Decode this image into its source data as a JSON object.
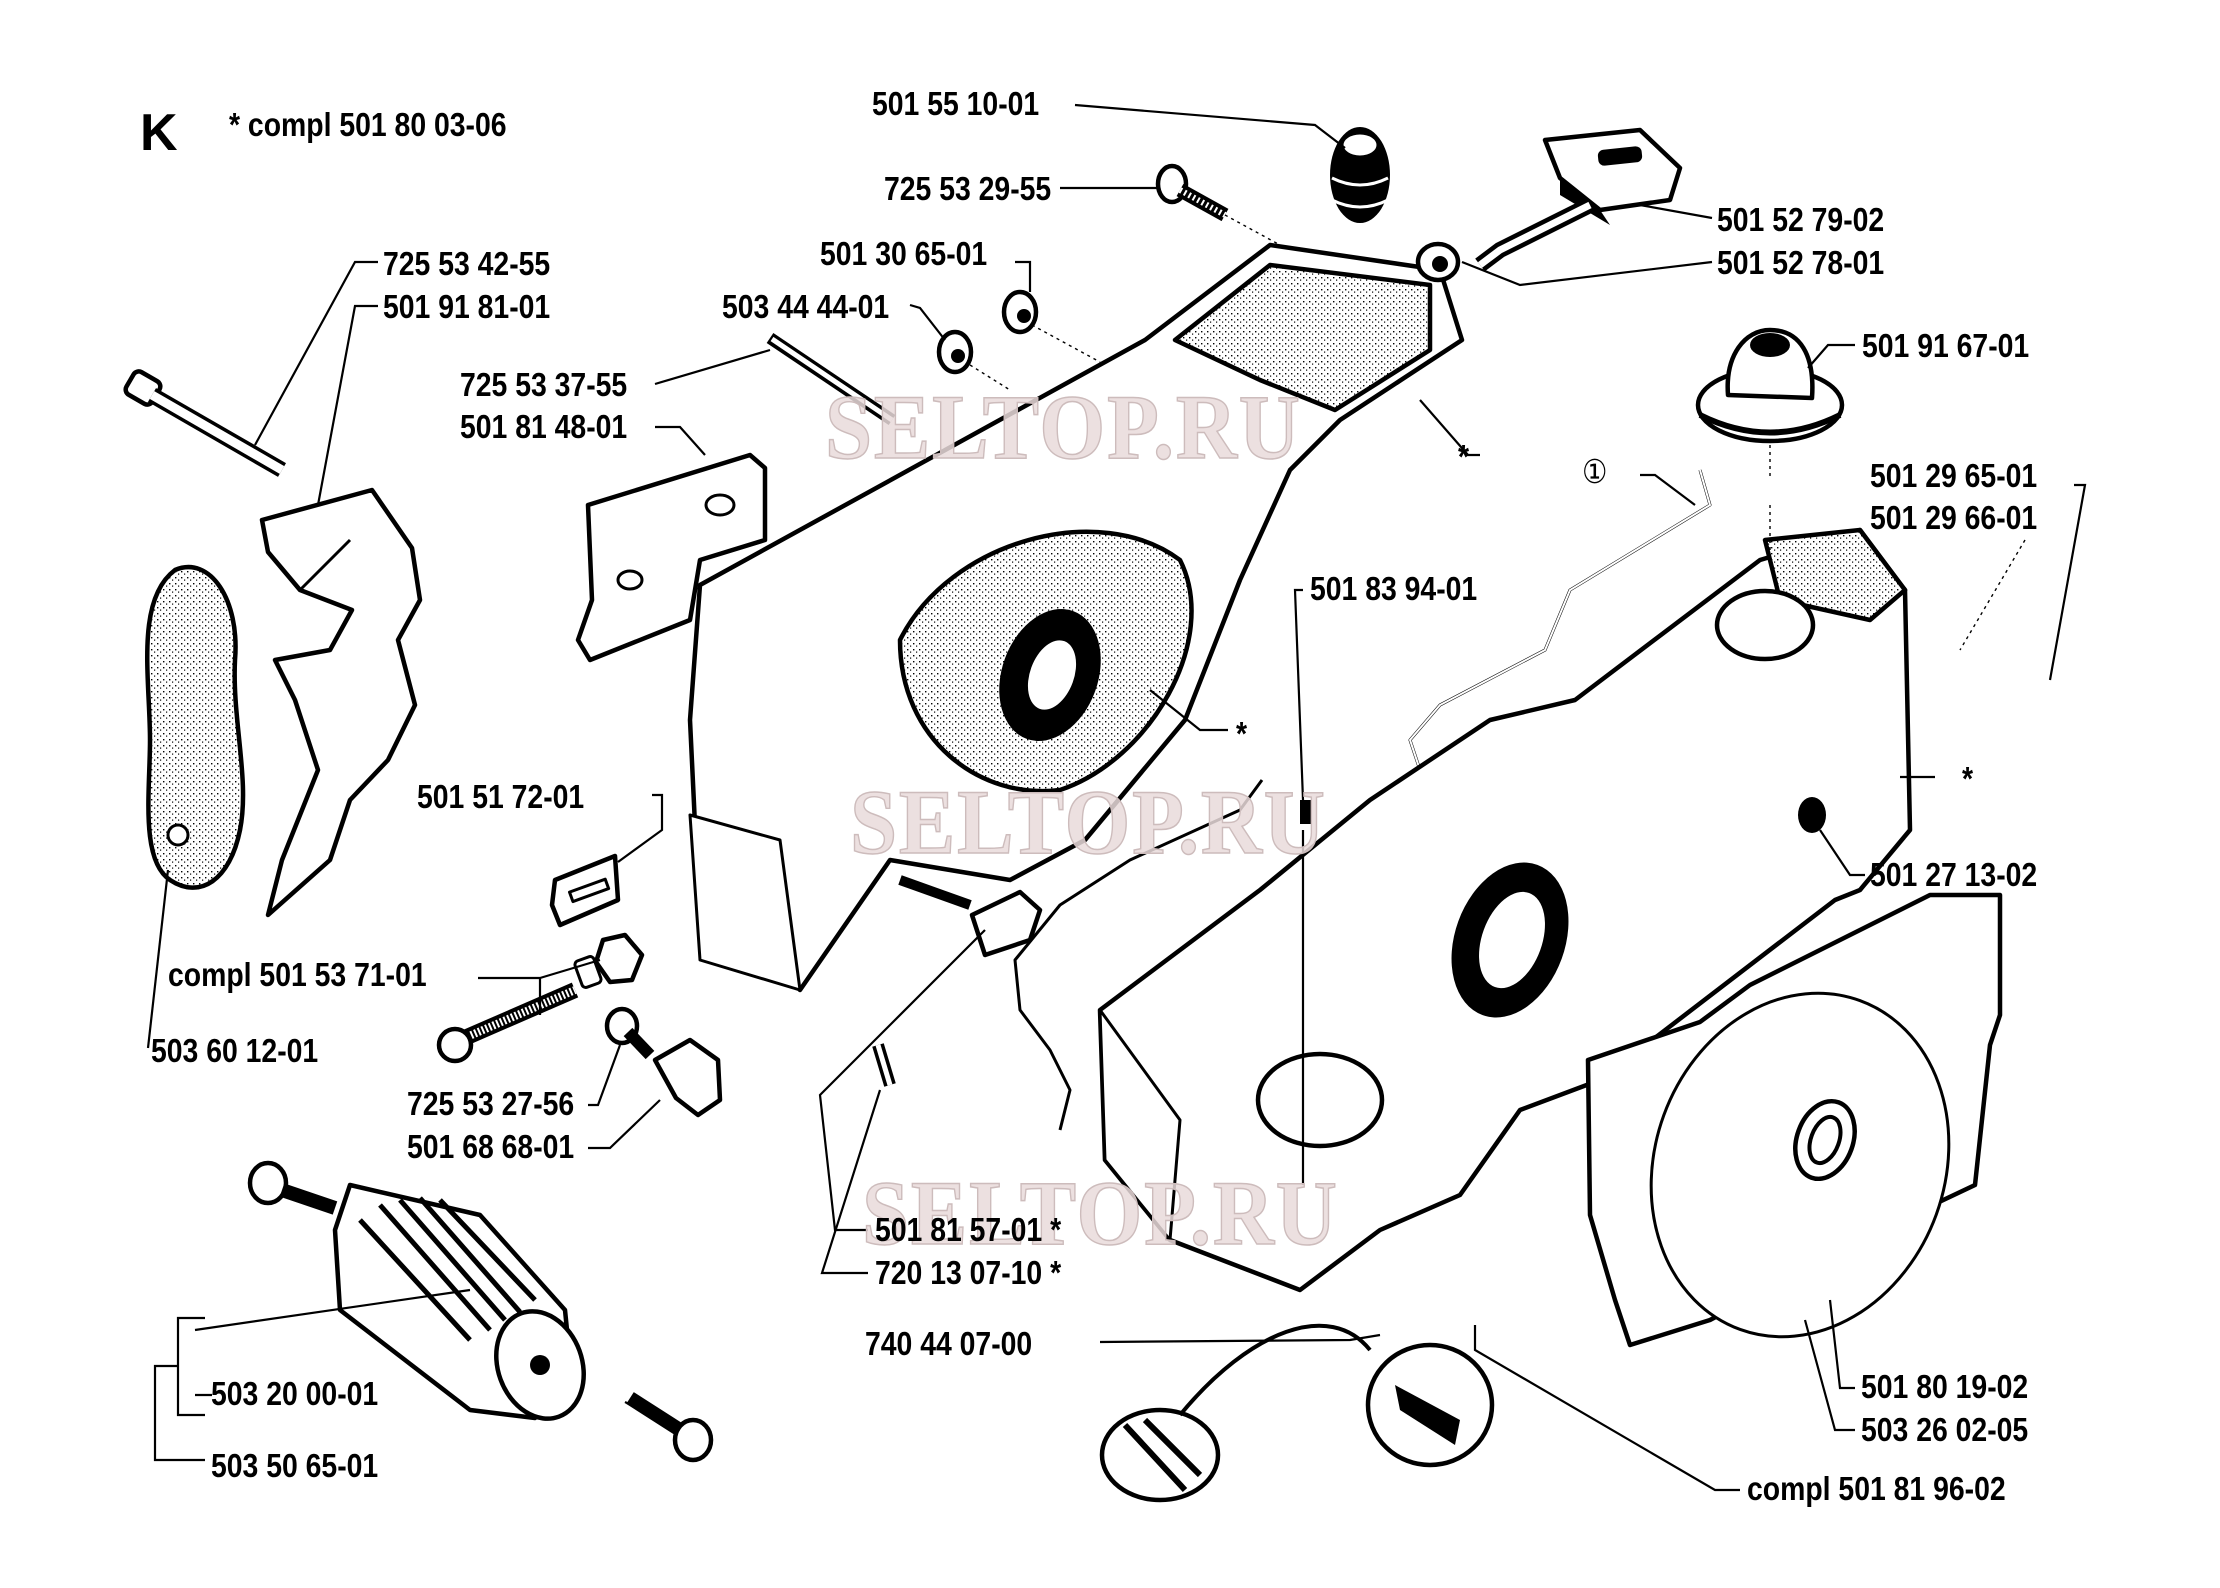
{
  "diagram": {
    "section_letter": "K",
    "header_note": "*  compl 501 80 03-06",
    "watermark": "SELTOP.RU",
    "callout_circle": "①",
    "asterisk": "*",
    "labels": [
      {
        "id": "p1",
        "text": "501 55 10-01"
      },
      {
        "id": "p2",
        "text": "725 53 29-55"
      },
      {
        "id": "p3",
        "text": "501 30 65-01"
      },
      {
        "id": "p4",
        "text": "503 44 44-01"
      },
      {
        "id": "p5",
        "text": "725 53 42-55"
      },
      {
        "id": "p6",
        "text": "501 91 81-01"
      },
      {
        "id": "p7",
        "text": "725 53 37-55"
      },
      {
        "id": "p8",
        "text": "501 81 48-01"
      },
      {
        "id": "p9",
        "text": "501 52 79-02"
      },
      {
        "id": "p10",
        "text": "501 52 78-01"
      },
      {
        "id": "p11",
        "text": "501 91 67-01"
      },
      {
        "id": "p12",
        "text": "501 29 65-01"
      },
      {
        "id": "p13",
        "text": "501 29 66-01"
      },
      {
        "id": "p14",
        "text": "501 83 94-01"
      },
      {
        "id": "p15",
        "text": "501 51 72-01"
      },
      {
        "id": "p16",
        "text": "501 27 13-02"
      },
      {
        "id": "p17",
        "text": "compl 501 53 71-01"
      },
      {
        "id": "p18",
        "text": "503 60 12-01"
      },
      {
        "id": "p19",
        "text": "725 53 27-56"
      },
      {
        "id": "p20",
        "text": "501 68 68-01"
      },
      {
        "id": "p21",
        "text": "501 81 57-01  *"
      },
      {
        "id": "p22",
        "text": "720 13 07-10   *"
      },
      {
        "id": "p23",
        "text": "740 44 07-00"
      },
      {
        "id": "p24",
        "text": "503 20 00-01"
      },
      {
        "id": "p25",
        "text": "503 50 65-01"
      },
      {
        "id": "p26",
        "text": "501 80 19-02"
      },
      {
        "id": "p27",
        "text": "503 26 02-05"
      },
      {
        "id": "p28",
        "text": "compl 501 81 96-02"
      }
    ]
  }
}
